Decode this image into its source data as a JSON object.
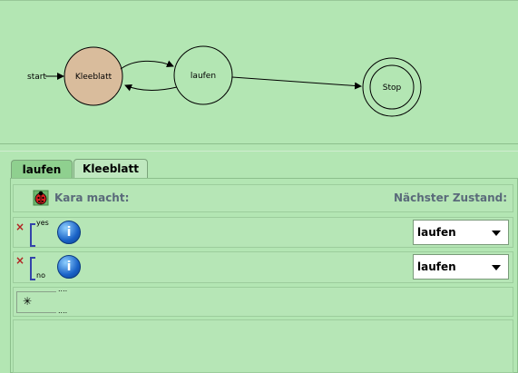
{
  "graph": {
    "start_label": "start",
    "states": [
      {
        "id": "kleeblatt",
        "label": "Kleeblatt",
        "fill": "#d9bc9c"
      },
      {
        "id": "laufen",
        "label": "laufen",
        "fill": "#b3e6b3"
      },
      {
        "id": "stop",
        "label": "Stop",
        "fill": "#b3e6b3"
      }
    ]
  },
  "tabs": [
    {
      "label": "laufen"
    },
    {
      "label": "Kleeblatt"
    }
  ],
  "header": {
    "kara_label": "Kara macht:",
    "next_state_label": "Nächster Zustand:"
  },
  "rows": {
    "yes": {
      "condition_label": "yes",
      "icon_symbol": "i",
      "next_state": "laufen"
    },
    "no": {
      "condition_label": "no",
      "icon_symbol": "i",
      "next_state": "laufen"
    },
    "new": {
      "symbol": "✳",
      "dots": "...."
    }
  },
  "colors": {
    "background": "#b3e6b3",
    "accent_state": "#d9bc9c",
    "delete": "#b22222"
  }
}
